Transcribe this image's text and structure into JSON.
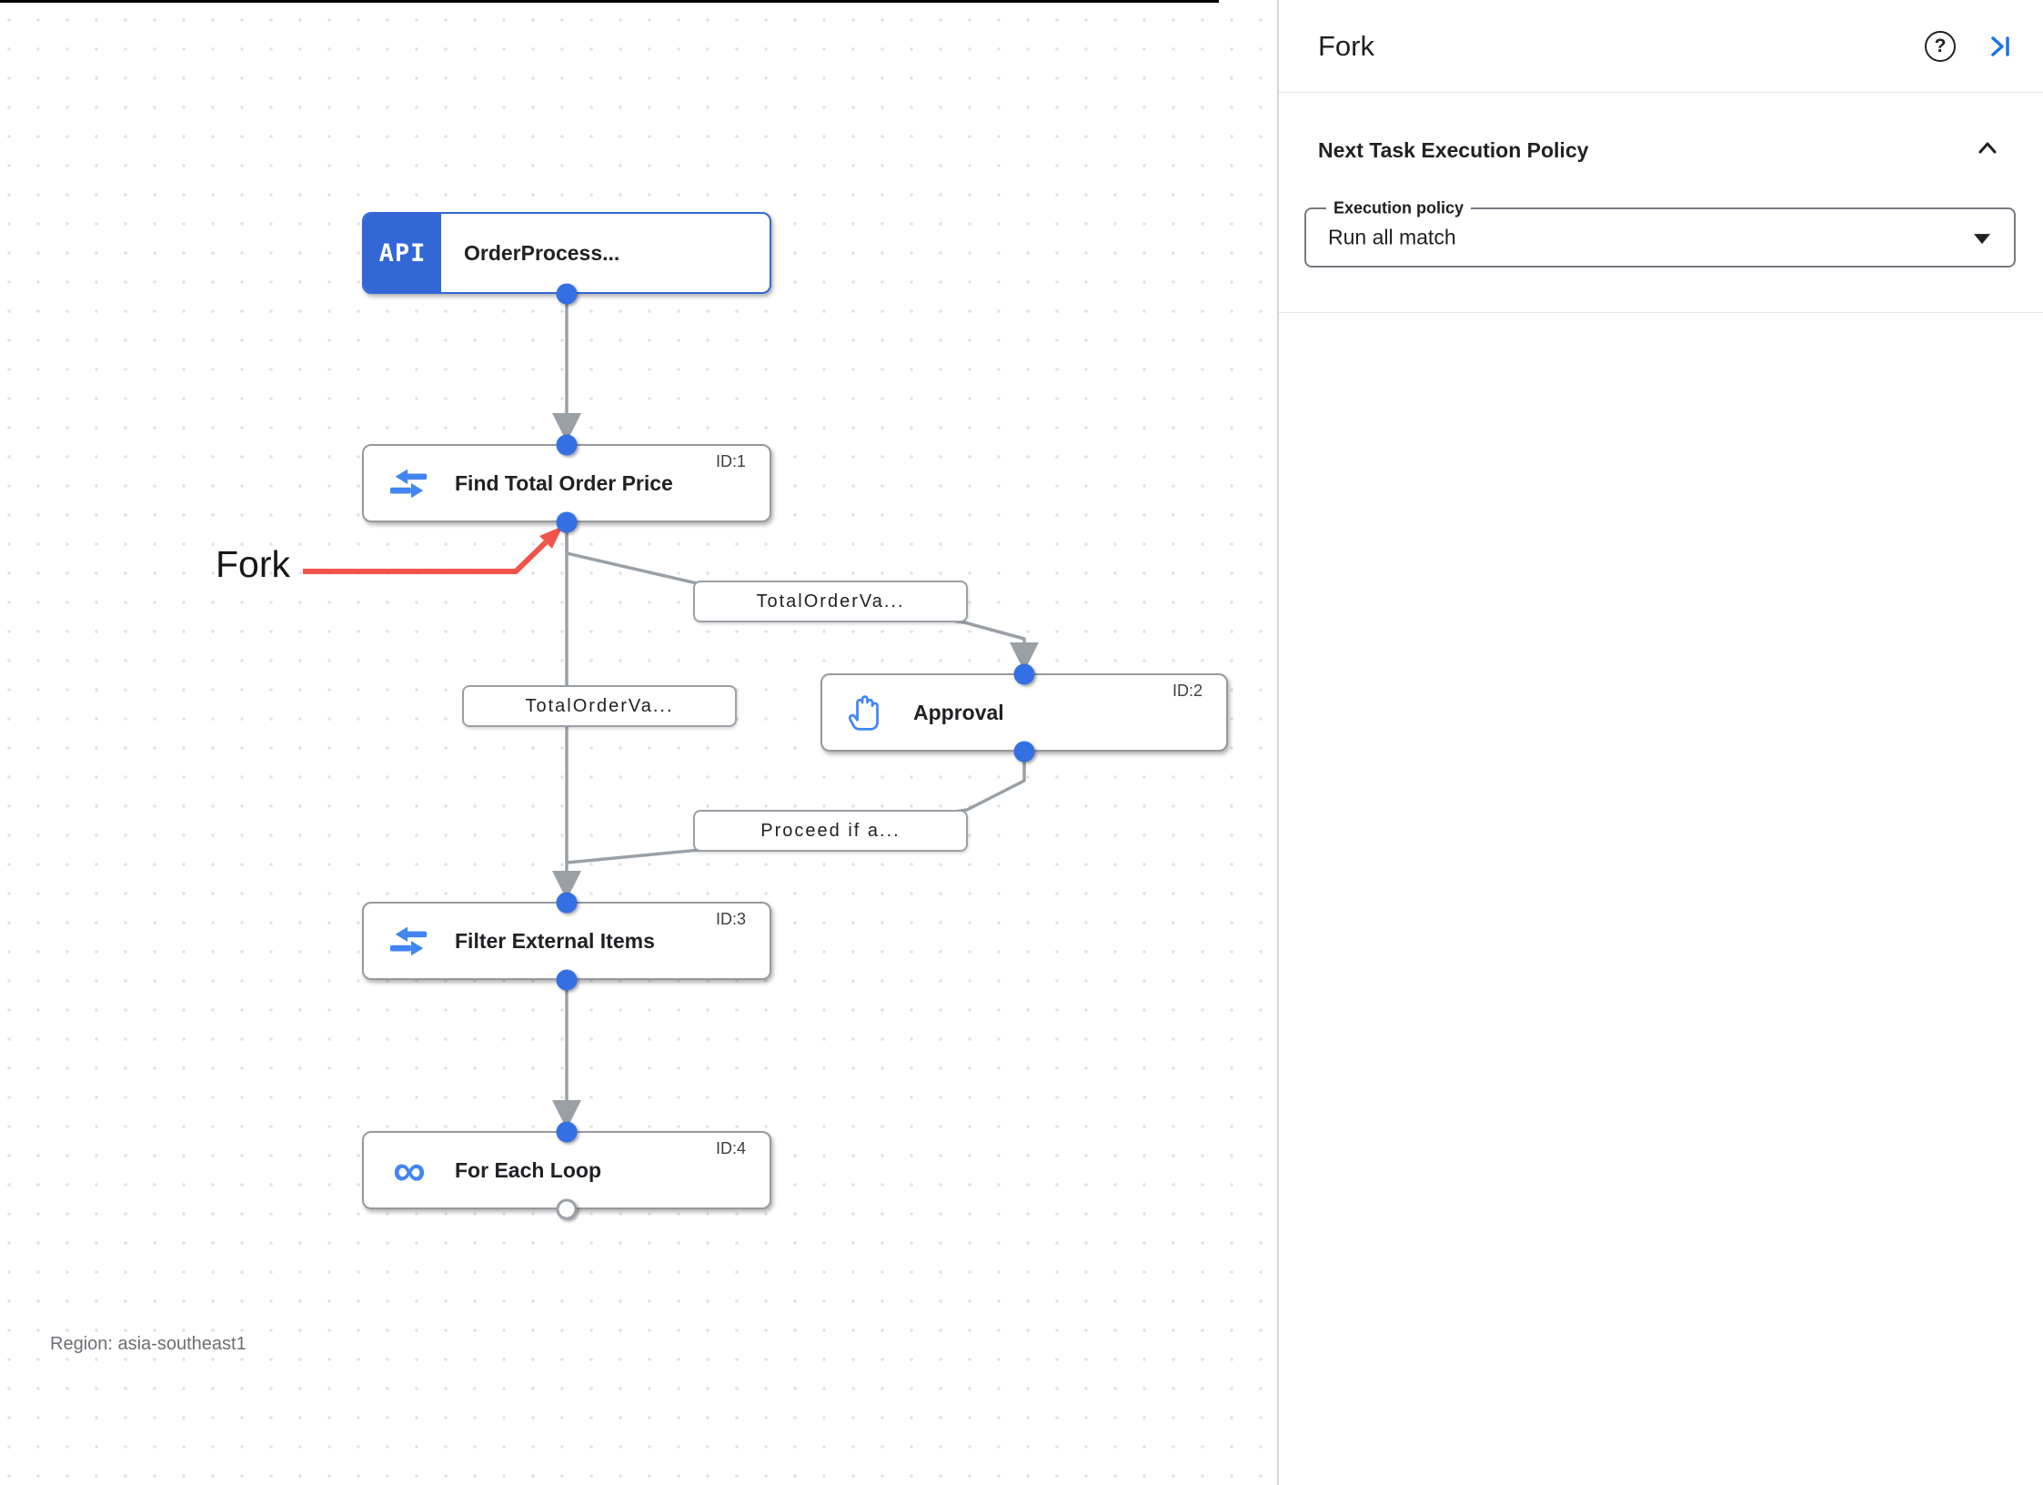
{
  "canvas": {
    "nodes": [
      {
        "type_label": "API",
        "title": "OrderProcess...",
        "id": ""
      },
      {
        "title": "Find Total Order Price",
        "id": "ID:1",
        "icon": "data-mapping-icon"
      },
      {
        "title": "Approval",
        "id": "ID:2",
        "icon": "approval-hand-icon"
      },
      {
        "title": "Filter External Items",
        "id": "ID:3",
        "icon": "data-mapping-icon"
      },
      {
        "title": "For Each Loop",
        "id": "ID:4",
        "icon": "loop-icon"
      }
    ],
    "loop_glyph": "∞",
    "edge_labels": [
      "TotalOrderVa...",
      "TotalOrderVa...",
      "Proceed if a..."
    ],
    "annotation_label": "Fork",
    "region_label": "Region: asia-southeast1"
  },
  "panel": {
    "title": "Fork",
    "help_glyph": "?",
    "section_heading": "Next Task Execution Policy",
    "execution_policy_label": "Execution policy",
    "execution_policy_value": "Run all match"
  },
  "colors": {
    "trigger_blue": "#3367d6",
    "icon_blue": "#4285f4",
    "dot_blue": "#3470e4",
    "edge_gray": "#9aa0a6",
    "annotation_red": "#f0544c",
    "link_blue": "#1a73e8"
  }
}
